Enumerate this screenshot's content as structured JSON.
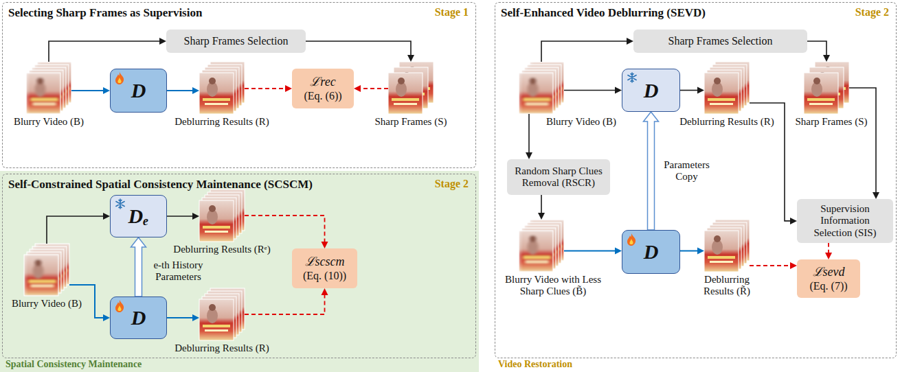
{
  "diagram": {
    "nodes": [
      {
        "text": [
          "Selecting Sharp Frames as Supervision",
          "Stage 1"
        ]
      },
      {
        "text": [
          "Sharp Frames Selection"
        ],
        "in": 0
      },
      {
        "text": [
          "Blurry Video (B)"
        ],
        "in": 0
      },
      {
        "text": [
          "D"
        ],
        "in": 0
      },
      {
        "text": [
          "Deblurring Results (R)"
        ],
        "in": 0
      },
      {
        "text": [
          "ℒrec",
          "(Eq. (6))"
        ],
        "in": 0
      },
      {
        "text": [
          "Sharp Frames (S)"
        ],
        "in": 0
      },
      {
        "text": [
          "Self-Constrained Spatial Consistency Maintenance (SCSCM)",
          "Stage 2",
          "Spatial Consistency Maintenance"
        ]
      },
      {
        "text": [
          "Blurry Video (B)"
        ],
        "in": 7
      },
      {
        "text": [
          "Dₑ"
        ],
        "in": 7
      },
      {
        "text": [
          "Deblurring Results (Rᵉ)"
        ],
        "in": 7
      },
      {
        "text": [
          "D"
        ],
        "in": 7
      },
      {
        "text": [
          "Deblurring Results (R)"
        ],
        "in": 7
      },
      {
        "text": [
          "ℒscscm",
          "(Eq. (10))"
        ],
        "in": 7
      },
      {
        "text": [
          "Self-Enhanced Video Deblurring (SEVD)",
          "Stage 2",
          "Video Restoration"
        ]
      },
      {
        "text": [
          "Sharp Frames Selection"
        ],
        "in": 14
      },
      {
        "text": [
          "Blurry Video (B)"
        ],
        "in": 14
      },
      {
        "text": [
          "D"
        ],
        "in": 14
      },
      {
        "text": [
          "Deblurring Results (R)"
        ],
        "in": 14
      },
      {
        "text": [
          "Sharp Frames (S)"
        ],
        "in": 14
      },
      {
        "text": [
          "Random Sharp Clues Removal (RSCR)"
        ],
        "in": 14
      },
      {
        "text": [
          "Supervision Information Selection (SIS)"
        ],
        "in": 14
      },
      {
        "text": [
          "Blurry Video with Less Sharp Clues (B̃)"
        ],
        "in": 14
      },
      {
        "text": [
          "D"
        ],
        "in": 14
      },
      {
        "text": [
          "Deblurring Results (R̃)"
        ],
        "in": 14
      },
      {
        "text": [
          "ℒsevd",
          "(Eq. (7))"
        ],
        "in": 14
      }
    ],
    "edges": [
      {
        "from": 2,
        "to": 1,
        "arrow": "to"
      },
      {
        "from": 1,
        "to": 6,
        "arrow": "to"
      },
      {
        "from": 2,
        "to": 3,
        "arrow": "to"
      },
      {
        "from": 3,
        "to": 4,
        "arrow": "to"
      },
      {
        "from": 4,
        "to": 5,
        "arrow": "to"
      },
      {
        "from": 6,
        "to": 5,
        "arrow": "to"
      },
      {
        "from": 8,
        "to": 9,
        "arrow": "to"
      },
      {
        "from": 8,
        "to": 11,
        "arrow": "to"
      },
      {
        "from": 11,
        "to": 9,
        "arrow": "to",
        "label": "e-th History Parameters"
      },
      {
        "from": 9,
        "to": 10,
        "arrow": "to"
      },
      {
        "from": 11,
        "to": 12,
        "arrow": "to"
      },
      {
        "from": 10,
        "to": 13,
        "arrow": "to"
      },
      {
        "from": 12,
        "to": 13,
        "arrow": "to"
      },
      {
        "from": 16,
        "to": 15,
        "arrow": "to"
      },
      {
        "from": 15,
        "to": 19,
        "arrow": "to"
      },
      {
        "from": 16,
        "to": 17,
        "arrow": "to"
      },
      {
        "from": 17,
        "to": 18,
        "arrow": "to"
      },
      {
        "from": 16,
        "to": 20,
        "arrow": "to"
      },
      {
        "from": 20,
        "to": 22,
        "arrow": "to"
      },
      {
        "from": 22,
        "to": 23,
        "arrow": "to"
      },
      {
        "from": 23,
        "to": 17,
        "arrow": "to",
        "label": "Parameters Copy"
      },
      {
        "from": 23,
        "to": 24,
        "arrow": "to"
      },
      {
        "from": 19,
        "to": 21,
        "arrow": "to"
      },
      {
        "from": 18,
        "to": 21,
        "arrow": "to"
      },
      {
        "from": 21,
        "to": 25,
        "arrow": "to"
      },
      {
        "from": 24,
        "to": 25,
        "arrow": "to"
      }
    ]
  }
}
